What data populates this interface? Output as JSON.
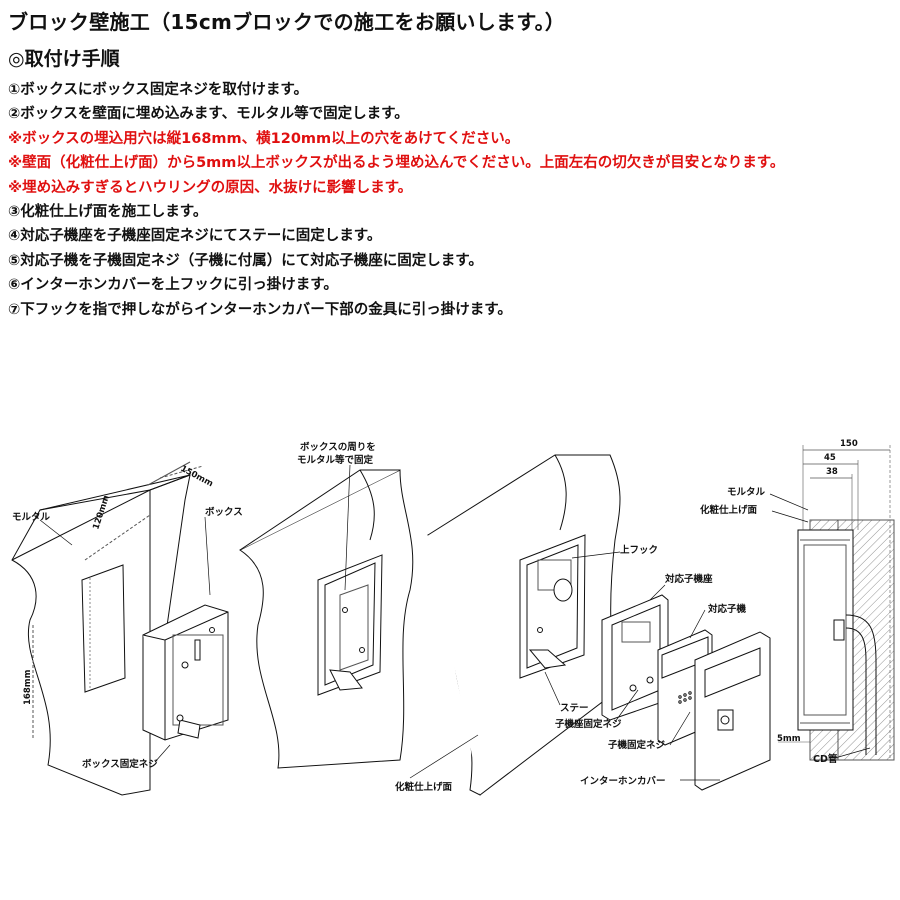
{
  "header": {
    "title": "ブロック壁施工（15cmブロックでの施工をお願いします。）",
    "subtitle": "◎取付け手順"
  },
  "steps": [
    {
      "text": "①ボックスにボックス固定ネジを取付けます。",
      "warning": false
    },
    {
      "text": "②ボックスを壁面に埋め込みます、モルタル等で固定します。",
      "warning": false
    },
    {
      "text": "※ボックスの埋込用穴は縦168mm、横120mm以上の穴をあけてください。",
      "warning": true
    },
    {
      "text": "※壁面（化粧仕上げ面）から5mm以上ボックスが出るよう埋め込んでください。上面左右の切欠きが目安となります。",
      "warning": true
    },
    {
      "text": "※埋め込みすぎるとハウリングの原因、水抜けに影響します。",
      "warning": true
    },
    {
      "text": "③化粧仕上げ面を施工します。",
      "warning": false
    },
    {
      "text": "④対応子機座を子機座固定ネジにてステーに固定します。",
      "warning": false
    },
    {
      "text": "⑤対応子機を子機固定ネジ（子機に付属）にて対応子機座に固定します。",
      "warning": false
    },
    {
      "text": "⑥インターホンカバーを上フックに引っ掛けます。",
      "warning": false
    },
    {
      "text": "⑦下フックを指で押しながらインターホンカバー下部の金具に引っ掛けます。",
      "warning": false
    }
  ],
  "colors": {
    "warning": "#e01010",
    "text": "#111111"
  },
  "diagram": {
    "fig1": {
      "mortar": "モルタル",
      "box": "ボックス",
      "box_screw": "ボックス固定ネジ",
      "dim_150": "150mm",
      "dim_120": "120mm",
      "dim_168": "168mm"
    },
    "fig2": {
      "note_line1": "ボックスの周りを",
      "note_line2": "モルタル等で固定"
    },
    "fig3": {
      "upper_hook": "上フック",
      "unit_seat": "対応子機座",
      "unit": "対応子機",
      "stay": "ステー",
      "seat_screw": "子機座固定ネジ",
      "unit_screw": "子機固定ネジ",
      "cover": "インターホンカバー",
      "finish_surface": "化粧仕上げ面"
    },
    "section": {
      "dim_150": "150",
      "dim_45": "45",
      "dim_38": "38",
      "mortar": "モルタル",
      "finish_surface": "化粧仕上げ面",
      "dim_5mm": "5mm",
      "cd_pipe": "CD管"
    }
  }
}
